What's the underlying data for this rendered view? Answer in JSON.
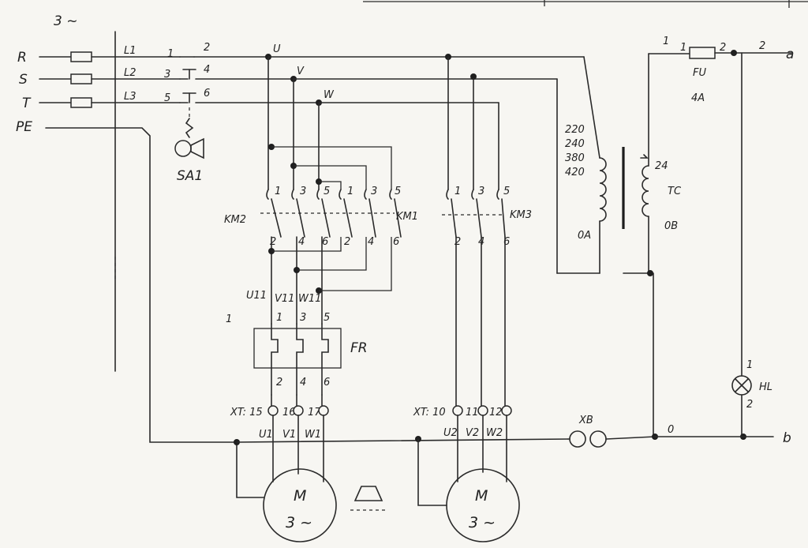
{
  "supply": {
    "phase": "3 ~",
    "lines": [
      "R",
      "S",
      "T",
      "PE"
    ],
    "line_marks": [
      "L1",
      "L2",
      "L3"
    ]
  },
  "switch_sa1": {
    "name": "SA1",
    "terminals_in": [
      "1",
      "3",
      "5"
    ],
    "terminals_out": [
      "2",
      "4",
      "6"
    ]
  },
  "phases": [
    "U",
    "V",
    "W"
  ],
  "contactors": {
    "km2": {
      "name": "KM2",
      "top": [
        "1",
        "3",
        "5"
      ],
      "bottom": [
        "2",
        "4",
        "6"
      ]
    },
    "km1": {
      "name": "KM1",
      "top": [
        "1",
        "3",
        "5"
      ],
      "bottom": [
        "2",
        "4",
        "6"
      ]
    },
    "km3": {
      "name": "KM3",
      "top": [
        "1",
        "3",
        "5"
      ],
      "bottom": [
        "2",
        "4",
        "6"
      ]
    }
  },
  "motor1_leads": [
    "U11",
    "V11",
    "W11"
  ],
  "relay_fr": {
    "name": "FR",
    "mark": "1",
    "top": [
      "1",
      "3",
      "5"
    ],
    "bottom": [
      "2",
      "4",
      "6"
    ]
  },
  "terminal_xt1": {
    "label": "XT: 15",
    "pins": [
      "16",
      "17"
    ]
  },
  "terminal_xt2": {
    "label": "XT: 10",
    "pins": [
      "11",
      "12"
    ]
  },
  "motor1": {
    "leads": [
      "U1",
      "V1",
      "W1"
    ],
    "symbol": "M",
    "phase": "3 ~"
  },
  "motor2": {
    "leads": [
      "U2",
      "V2",
      "W2"
    ],
    "symbol": "M",
    "phase": "3 ~"
  },
  "transformer": {
    "name": "TC",
    "primary_taps": [
      "220",
      "240",
      "380",
      "420"
    ],
    "primary_zero": "0A",
    "secondary_tap": "24",
    "secondary_zero": "0B"
  },
  "fuse_fu": {
    "name": "FU",
    "rating": "4A",
    "in": "1",
    "out": "2"
  },
  "lamp_hl": {
    "name": "HL",
    "top": "1",
    "bottom": "2"
  },
  "connector_xb": "XB",
  "ctrl_nodes": {
    "a_num": "2",
    "a": "a",
    "b": "b",
    "zero": "0",
    "top_one": "1"
  }
}
